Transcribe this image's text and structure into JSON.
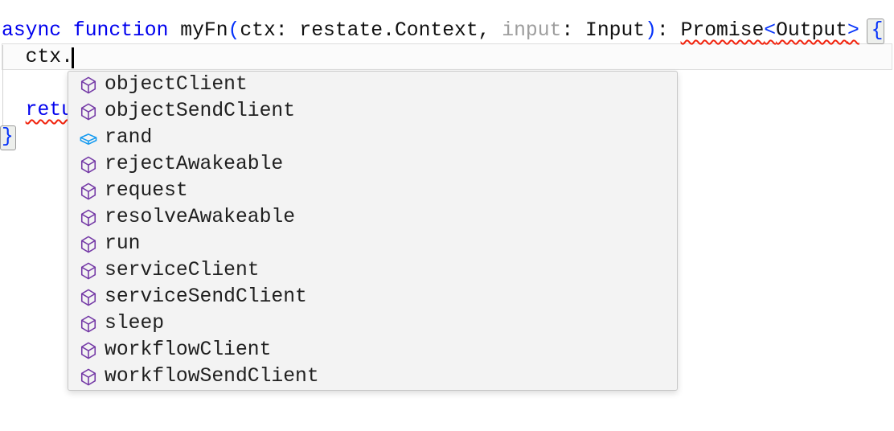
{
  "editor": {
    "language": "typescript",
    "code": {
      "line1": {
        "kw_async": "async",
        "sp_a": " ",
        "kw_function": "function",
        "fn_name": " myFn",
        "paren_open": "(",
        "params_left": "ctx: restate.Context,",
        "sp_b": " ",
        "param_unused": "input",
        "colon_a": ":",
        "param_type": " Input",
        "paren_close": ")",
        "colon_b": ": ",
        "ret_type_name": "Promise",
        "angle_open": "<",
        "ret_type_generic": "Output",
        "angle_close": ">",
        "sp_c": " ",
        "brace_open": "{"
      },
      "line2": {
        "text": "  ctx."
      },
      "line4": {
        "indent": "  ",
        "keyword_partial": "retu"
      },
      "line5": {
        "brace_close": "}"
      }
    },
    "cursor": {
      "line": 2,
      "after_text": "ctx."
    }
  },
  "suggest": {
    "items": [
      {
        "label": "objectClient",
        "kind": "method"
      },
      {
        "label": "objectSendClient",
        "kind": "method"
      },
      {
        "label": "rand",
        "kind": "field"
      },
      {
        "label": "rejectAwakeable",
        "kind": "method"
      },
      {
        "label": "request",
        "kind": "method"
      },
      {
        "label": "resolveAwakeable",
        "kind": "method"
      },
      {
        "label": "run",
        "kind": "method"
      },
      {
        "label": "serviceClient",
        "kind": "method"
      },
      {
        "label": "serviceSendClient",
        "kind": "method"
      },
      {
        "label": "sleep",
        "kind": "method"
      },
      {
        "label": "workflowClient",
        "kind": "method"
      },
      {
        "label": "workflowSendClient",
        "kind": "method"
      }
    ]
  },
  "colors": {
    "keyword": "#0000ee",
    "bracket_pair": "#0431fa",
    "plain_text": "#111111",
    "unused_param": "#9e9e9e",
    "error_squiggle": "#f1210b",
    "method_icon": "#7439a6",
    "field_icon": "#149af0",
    "popup_background": "#f3f3f3",
    "popup_border": "#c8c8c8",
    "bracket_match_background": "#edefec",
    "bracket_match_border": "#9c9c9c"
  }
}
